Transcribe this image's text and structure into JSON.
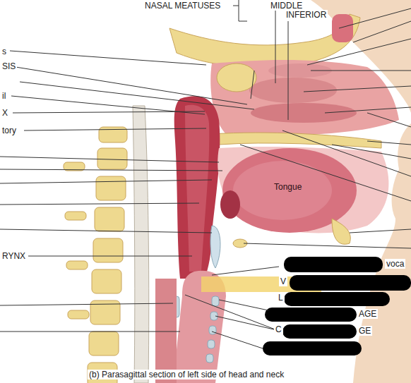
{
  "diagram": {
    "caption": "(b) Parasagittal section of left side of head and neck",
    "labels": [
      "NASAL MEATUSES",
      "MIDDLE",
      "INFERIOR",
      "s",
      "SIS",
      "il",
      "X",
      "tory",
      "Tongue",
      "RYNX",
      "voca",
      "V",
      "L",
      "AGE",
      "C",
      "GE"
    ]
  }
}
